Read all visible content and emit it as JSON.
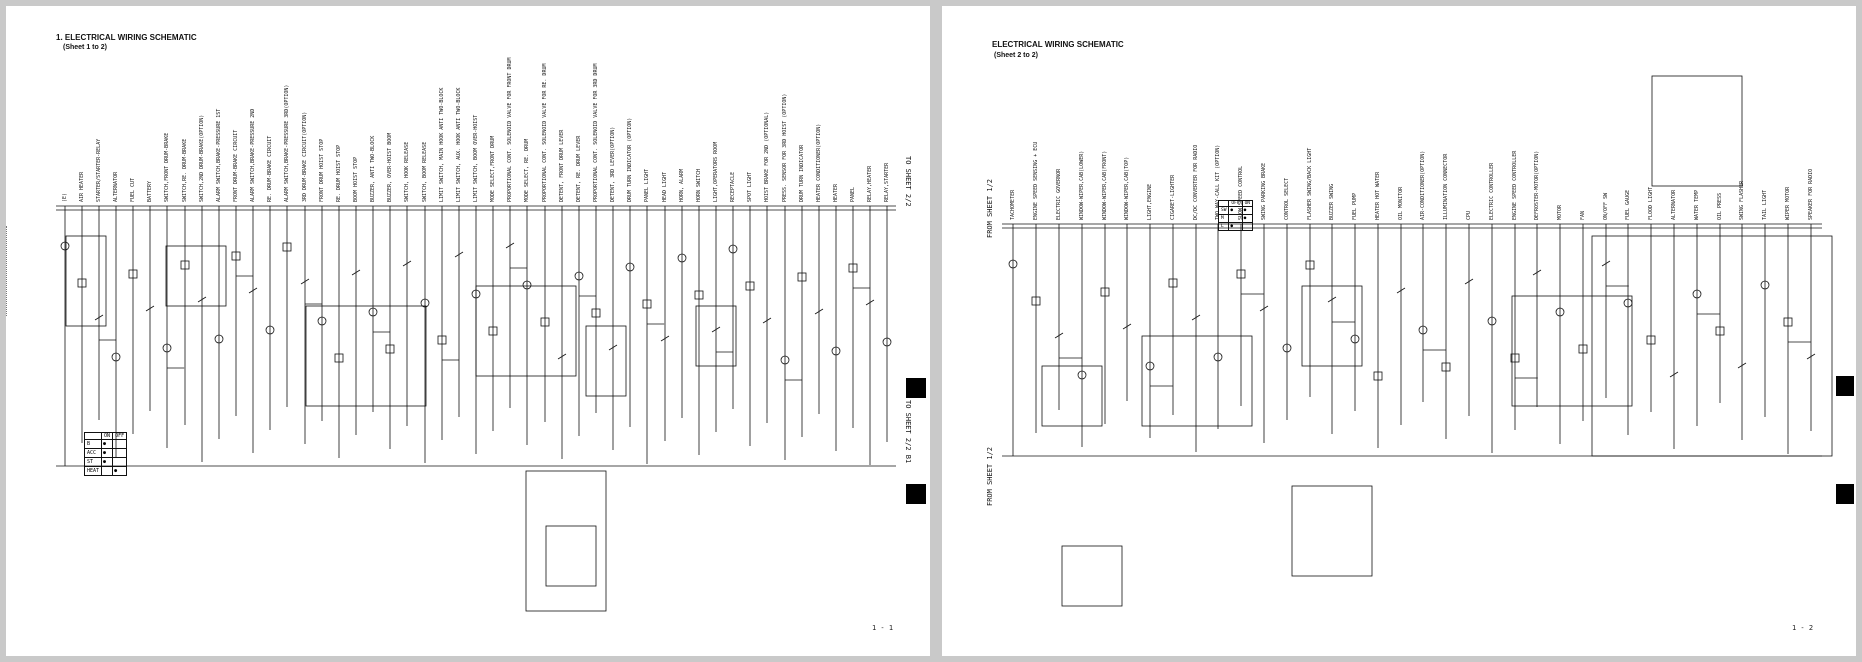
{
  "sheets": [
    {
      "title": "1. ELECTRICAL WIRING SCHEMATIC",
      "subtitle": "(Sheet 1 to 2)",
      "page_number": "1 - 1",
      "to_sheet_labels": [
        "TO SHEET 2/2",
        "TO SHEET 2/2 B1"
      ],
      "component_labels": [
        "(E)",
        "AIR HEATER",
        "STARTER/STARTER-RELAY",
        "ALTERNATOR",
        "FUEL CUT",
        "BATTERY",
        "SWITCH,FRONT DRUM-BRAKE",
        "SWITCH,RE. DRUM-BRAKE",
        "SWITCH,2ND DRUM-BRAKE(OPTION)",
        "ALARM SWITCH,BRAKE-PRESSURE 1ST",
        "FRONT DRUM-BRAKE CIRCUIT",
        "ALARM SWITCH,BRAKE-PRESSURE 2ND",
        "RE. DRUM-BRAKE CIRCUIT",
        "ALARM SWITCH,BRAKE-PRESSURE 3RD(OPTION)",
        "3RD DRUM-BRAKE CIRCUIT(OPTION)",
        "FRONT DRUM HOIST STOP",
        "RE. DRUM HOIST STOP",
        "BOOM HOIST STOP",
        "BUZZER, ANTI TWO-BLOCK",
        "BUZZER, OVER-HOIST BOOM",
        "SWITCH, HOOK RELEASE",
        "SWITCH, BOOM RELEASE",
        "LIMIT SWITCH, MAIN HOOK ANTI TWO-BLOCK",
        "LIMIT SWITCH, AUX. HOOK ANTI TWO-BLOCK",
        "LIMIT SWITCH, BOOM OVER-HOIST",
        "MODE SELECT,FRONT DRUM",
        "PROPORTIONAL CONT. SOLENOID VALVE FOR FRONT DRUM",
        "MODE SELECT, RE. DRUM",
        "PROPORTIONAL CONT. SOLENOID VALVE FOR RE. DRUM",
        "DETENT, FRONT DRUM LEVER",
        "DETENT, RE. DRUM LEVER",
        "PROPORTIONAL CONT. SOLENOID VALVE FOR 3RD DRUM",
        "DETENT, 3RD LEVER(OPTION)",
        "DRUM TURN INDICATOR (OPTION)",
        "PANEL LIGHT",
        "HEAD LIGHT",
        "HORN, ALARM",
        "HORN SWITCH",
        "LIGHT,OPERATORS ROOM",
        "RECEPTACLE",
        "SPOT LIGHT",
        "HOIST BRAKE FOR 2ND (OPTIONAL)",
        "PRESS. SENSOR FOR 3RD HOIST (OPTION)",
        "DRUM TURN INDICATOR",
        "HEATER CONDITIONER(OPTION)",
        "HEATER",
        "PANEL",
        "RELAY,HEATER",
        "RELAY,STARTER"
      ],
      "switch_table": {
        "headers": [
          "",
          "ON",
          "OFF"
        ],
        "rows": [
          [
            "B",
            "",
            ""
          ],
          [
            "ACC",
            "",
            ""
          ],
          [
            "ST",
            "",
            ""
          ],
          [
            "HEAT",
            "",
            ""
          ]
        ]
      }
    },
    {
      "title": "ELECTRICAL WIRING SCHEMATIC",
      "subtitle": "(Sheet 2 to 2)",
      "page_number": "1 - 2",
      "from_sheet_labels": [
        "FROM SHEET 1/2",
        "FROM SHEET 1/2"
      ],
      "component_labels": [
        "TACHOMETER",
        "ENGINE SPEED SENSING + ECU",
        "ELECTRIC GOVERNOR",
        "WINDOW-WIPER,CAB(LOWER)",
        "WINDOW-WIPER,CAB(FRONT)",
        "WINDOW-WIPER,CAB(TOP)",
        "LIGHT,ENGINE",
        "CIGARET-LIGHTER",
        "DC/DC CONVERTER FOR RADIO",
        "TWO WAY-CALL KIT (OPTION)",
        "SLOW SPEED CONTROL",
        "SWING PARKING BRAKE",
        "CONTROL SELECT",
        "FLASHER SWING/BACK LIGHT",
        "BUZZER SWING",
        "FUEL PUMP",
        "HEATER HOT WATER",
        "OIL MONITOR",
        "AIR-CONDITIONER(OPTION)",
        "ILLUMINATION CONNECTOR",
        "CPU",
        "ELECTRIC CONTROLLER",
        "ENGINE SPEED CONTROLLER",
        "DEFROSTER-MOTOR(OPTION)",
        "MOTOR",
        "FAN",
        "ON/OFF SW",
        "FUEL GAUGE",
        "FLOOD LIGHT",
        "ALTERNATOR",
        "WATER TEMP",
        "OIL PRESS",
        "SWING FLASHER",
        "TAIL LIGHT",
        "WIPER MOTOR",
        "SPEAKER FOR RADIO"
      ],
      "wiper_table": {
        "headers": [
          "",
          "OFF",
          "ON"
        ],
        "rows": [
          [
            "SW",
            "",
            ""
          ],
          [
            "M",
            "",
            ""
          ],
          [
            "L",
            "",
            ""
          ]
        ]
      }
    }
  ],
  "colors": {
    "background": "#c9c9c9",
    "paper": "#ffffff",
    "ink": "#111111",
    "registration_mark": "#000000"
  }
}
